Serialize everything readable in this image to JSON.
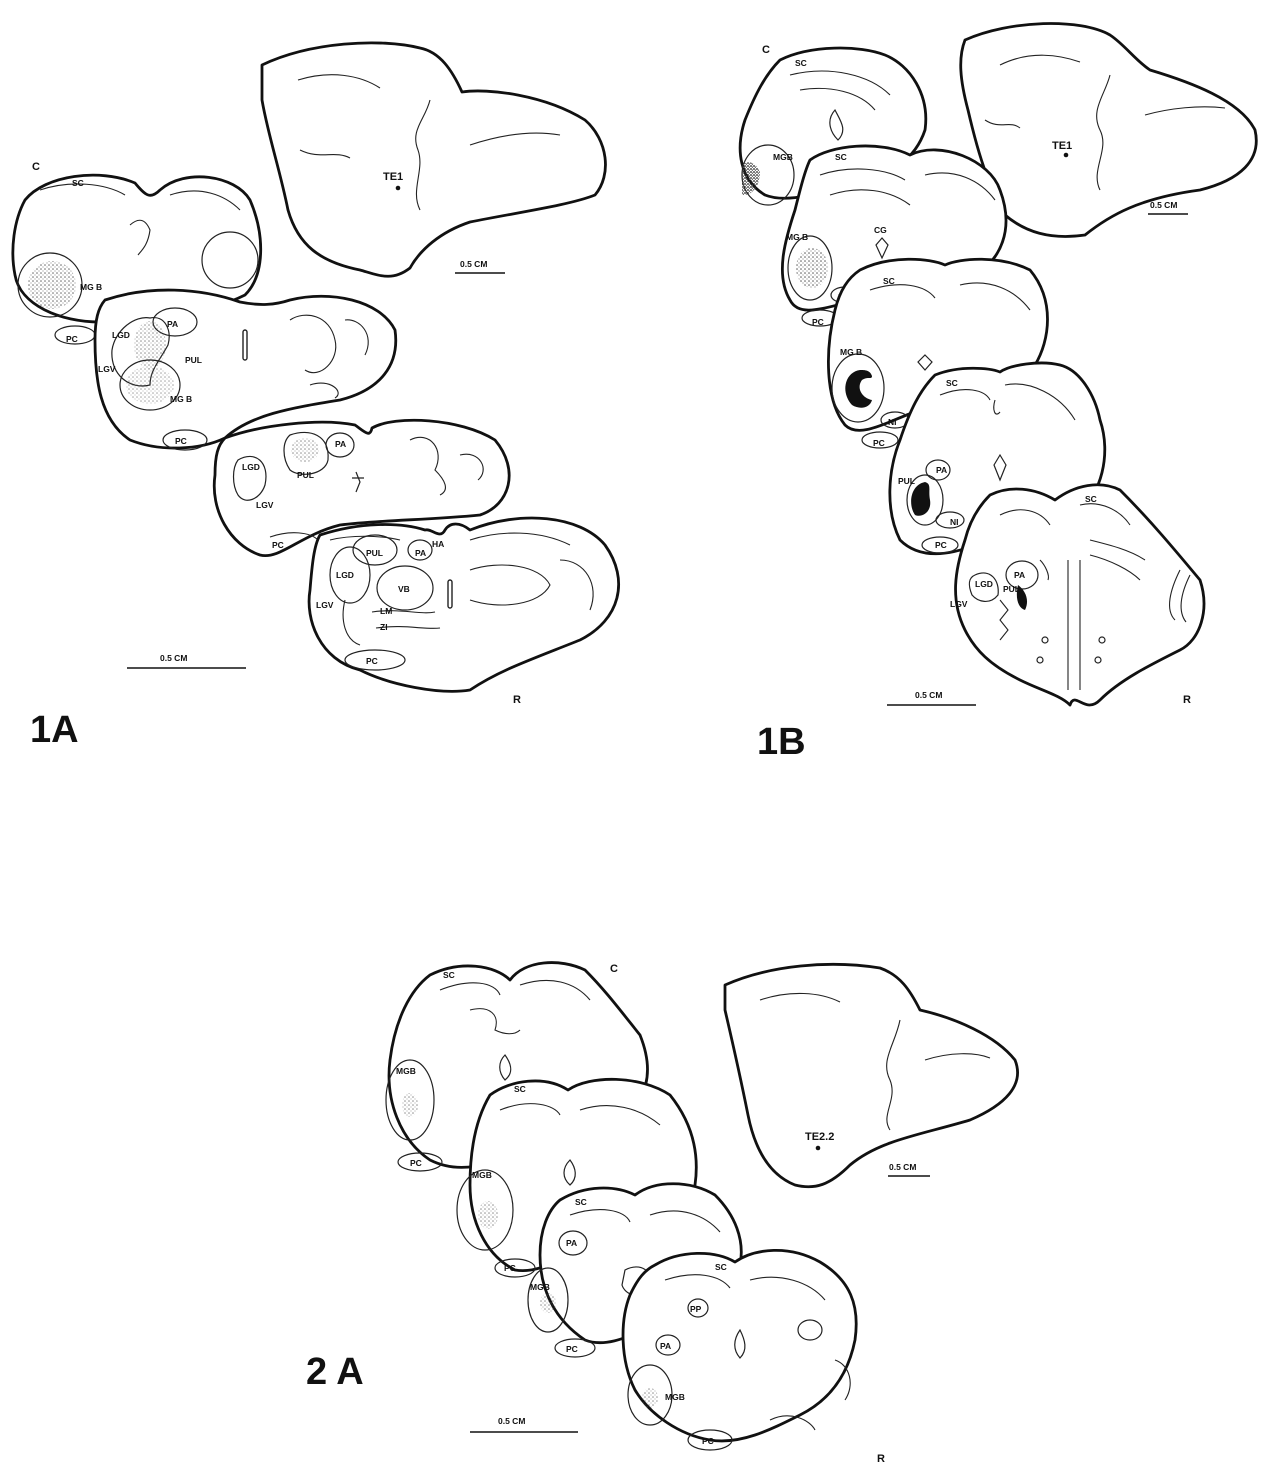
{
  "panels": [
    {
      "id": "1A",
      "label": "1A",
      "orient_caudal": "C",
      "orient_rostral": "R",
      "cortex_site": "TE1",
      "cortex_scale": "0.5 CM",
      "section_scale": "0.5 CM",
      "nuclei": [
        "SC",
        "MGB",
        "PC",
        "LGD",
        "LGV",
        "PA",
        "PUL",
        "MG B",
        "VB",
        "LM",
        "ZI",
        "HA"
      ]
    },
    {
      "id": "1B",
      "label": "1B",
      "orient_caudal": "C",
      "orient_rostral": "R",
      "cortex_site": "TE1",
      "cortex_scale": "0.5 CM",
      "section_scale": "0.5 CM",
      "nuclei": [
        "SC",
        "MGB",
        "CG",
        "NI",
        "PC",
        "PA",
        "PUL",
        "LGD",
        "LGV"
      ]
    },
    {
      "id": "2A",
      "label": "2 A",
      "orient_caudal": "C",
      "orient_rostral": "R",
      "cortex_site": "TE2.2",
      "cortex_scale": "0.5 CM",
      "section_scale": "0.5 CM",
      "nuclei": [
        "SC",
        "MGB",
        "PC",
        "PA",
        "PP"
      ]
    }
  ],
  "text": {
    "p1a": {
      "label": "1A",
      "C": "C",
      "R": "R",
      "te": "TE1",
      "cm": "0.5 CM",
      "cm2": "0.5 CM",
      "sc": "SC",
      "mgb": "MG B",
      "pc": "PC",
      "lgd": "LGD",
      "lgv": "LGV",
      "pa": "PA",
      "pul": "PUL",
      "vb": "VB",
      "lm": "LM",
      "zi": "ZI",
      "ha": "HA"
    },
    "p1b": {
      "label": "1B",
      "C": "C",
      "R": "R",
      "te": "TE1",
      "cm": "0.5 CM",
      "cm2": "0.5 CM",
      "sc": "SC",
      "mgb": "MGB",
      "mgb2": "MG B",
      "cg": "CG",
      "ni": "NI",
      "pc": "PC",
      "pa": "PA",
      "pul": "PUL",
      "lgd": "LGD",
      "lgv": "LGV"
    },
    "p2a": {
      "label": "2 A",
      "C": "C",
      "R": "R",
      "te": "TE2.2",
      "cm": "0.5 CM",
      "cm2": "0.5 CM",
      "sc": "SC",
      "mgb": "MGB",
      "pc": "PC",
      "pa": "PA",
      "pp": "PP"
    }
  }
}
